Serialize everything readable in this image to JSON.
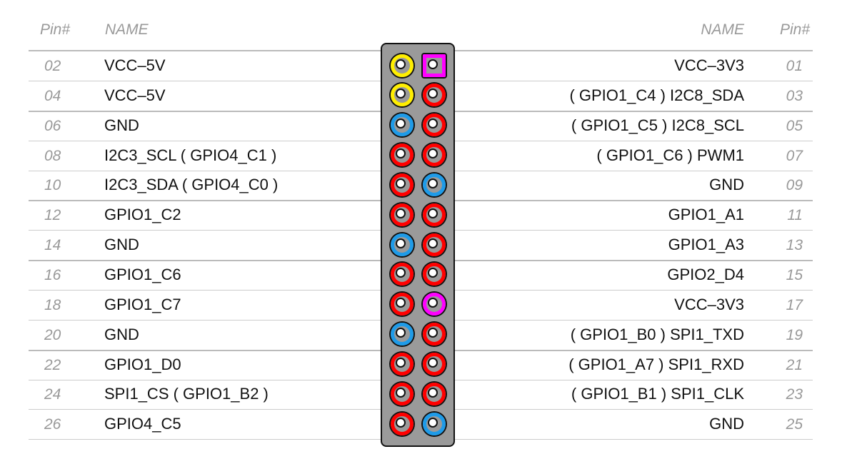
{
  "headers": {
    "left_pin": "Pin#",
    "left_name": "NAME",
    "right_name": "NAME",
    "right_pin": "Pin#"
  },
  "colors": {
    "power5v": "#ffee00",
    "power3v3": "#ff00ff",
    "gnd": "#1e9be8",
    "gpio": "#ff0000"
  },
  "rows": [
    {
      "lpin": "02",
      "lname": "VCC–5V",
      "lcolor": "#ffee00",
      "rpin": "01",
      "rname": "VCC–3V3",
      "rcolor": "#ff00ff",
      "rsquare": true
    },
    {
      "lpin": "04",
      "lname": "VCC–5V",
      "lcolor": "#ffee00",
      "rpin": "03",
      "rname": "( GPIO1_C4 ) I2C8_SDA",
      "rcolor": "#ff0000"
    },
    {
      "lpin": "06",
      "lname": "GND",
      "lcolor": "#1e9be8",
      "rpin": "05",
      "rname": "( GPIO1_C5 ) I2C8_SCL",
      "rcolor": "#ff0000"
    },
    {
      "lpin": "08",
      "lname": "I2C3_SCL ( GPIO4_C1 )",
      "lcolor": "#ff0000",
      "rpin": "07",
      "rname": "( GPIO1_C6 ) PWM1",
      "rcolor": "#ff0000"
    },
    {
      "lpin": "10",
      "lname": "I2C3_SDA ( GPIO4_C0 )",
      "lcolor": "#ff0000",
      "rpin": "09",
      "rname": "GND",
      "rcolor": "#1e9be8"
    },
    {
      "lpin": "12",
      "lname": "GPIO1_C2",
      "lcolor": "#ff0000",
      "rpin": "11",
      "rname": "GPIO1_A1",
      "rcolor": "#ff0000"
    },
    {
      "lpin": "14",
      "lname": "GND",
      "lcolor": "#1e9be8",
      "rpin": "13",
      "rname": "GPIO1_A3",
      "rcolor": "#ff0000"
    },
    {
      "lpin": "16",
      "lname": "GPIO1_C6",
      "lcolor": "#ff0000",
      "rpin": "15",
      "rname": "GPIO2_D4",
      "rcolor": "#ff0000"
    },
    {
      "lpin": "18",
      "lname": "GPIO1_C7",
      "lcolor": "#ff0000",
      "rpin": "17",
      "rname": "VCC–3V3",
      "rcolor": "#ff00ff"
    },
    {
      "lpin": "20",
      "lname": "GND",
      "lcolor": "#1e9be8",
      "rpin": "19",
      "rname": "( GPIO1_B0 ) SPI1_TXD",
      "rcolor": "#ff0000"
    },
    {
      "lpin": "22",
      "lname": "GPIO1_D0",
      "lcolor": "#ff0000",
      "rpin": "21",
      "rname": "( GPIO1_A7 ) SPI1_RXD",
      "rcolor": "#ff0000"
    },
    {
      "lpin": "24",
      "lname": "SPI1_CS ( GPIO1_B2 )",
      "lcolor": "#ff0000",
      "rpin": "23",
      "rname": "( GPIO1_B1 ) SPI1_CLK",
      "rcolor": "#ff0000"
    },
    {
      "lpin": "26",
      "lname": "GPIO4_C5",
      "lcolor": "#ff0000",
      "rpin": "25",
      "rname": "GND",
      "rcolor": "#1e9be8"
    }
  ]
}
